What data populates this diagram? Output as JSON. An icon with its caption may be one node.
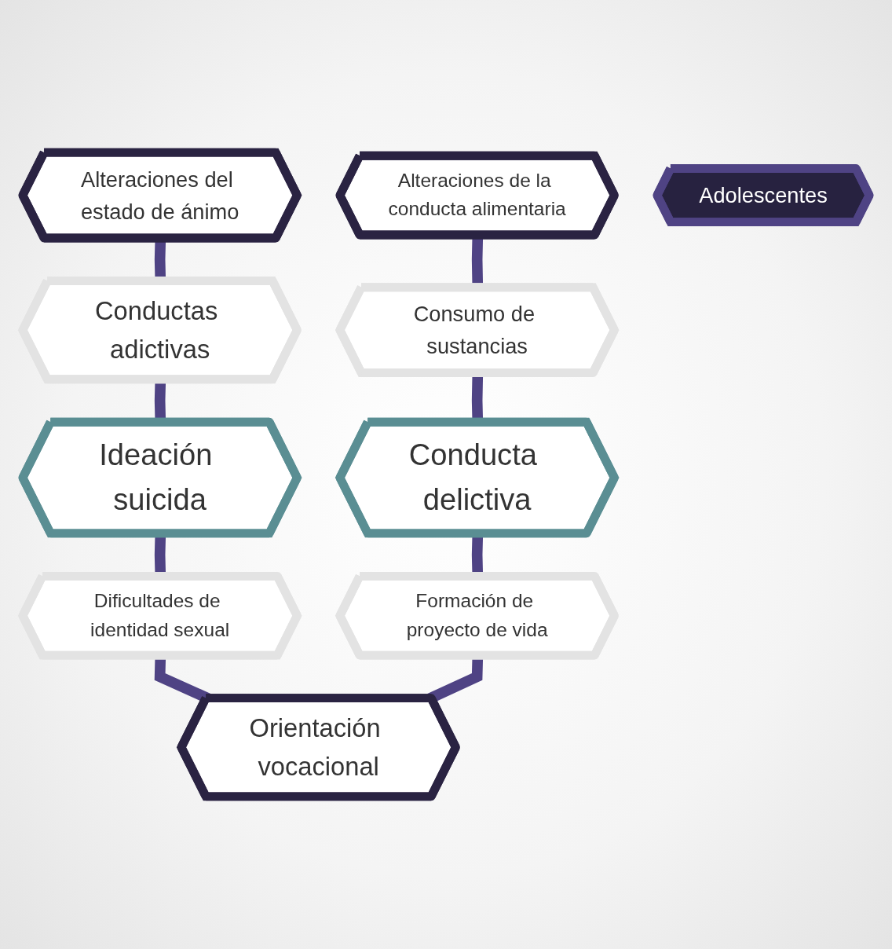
{
  "diagram": {
    "nodes": [
      {
        "text": [
          "Alteraciones del estado de ánimo"
        ]
      },
      {
        "text": [
          "Alteraciones de la conducta alimentaria"
        ]
      },
      {
        "text": [
          "Conductas adictivas"
        ]
      },
      {
        "text": [
          "Consumo de sustancias"
        ]
      },
      {
        "text": [
          "Ideación suicida"
        ]
      },
      {
        "text": [
          "Adolescentes"
        ]
      },
      {
        "text": [
          "Conducta delictiva"
        ]
      },
      {
        "text": [
          "Dificultades de identidad sexual"
        ]
      },
      {
        "text": [
          "Formación de proyecto de vida"
        ]
      },
      {
        "text": [
          "Orientación vocacional"
        ]
      }
    ],
    "edges": [
      {
        "from": 0,
        "to": 2,
        "arrow": "none"
      },
      {
        "from": 1,
        "to": 3,
        "arrow": "none"
      },
      {
        "from": 2,
        "to": 4,
        "arrow": "none"
      },
      {
        "from": 3,
        "to": 6,
        "arrow": "none"
      },
      {
        "from": 4,
        "to": 7,
        "arrow": "none"
      },
      {
        "from": 6,
        "to": 8,
        "arrow": "none"
      },
      {
        "from": 7,
        "to": 9,
        "arrow": "none"
      },
      {
        "from": 8,
        "to": 9,
        "arrow": "none"
      }
    ]
  }
}
